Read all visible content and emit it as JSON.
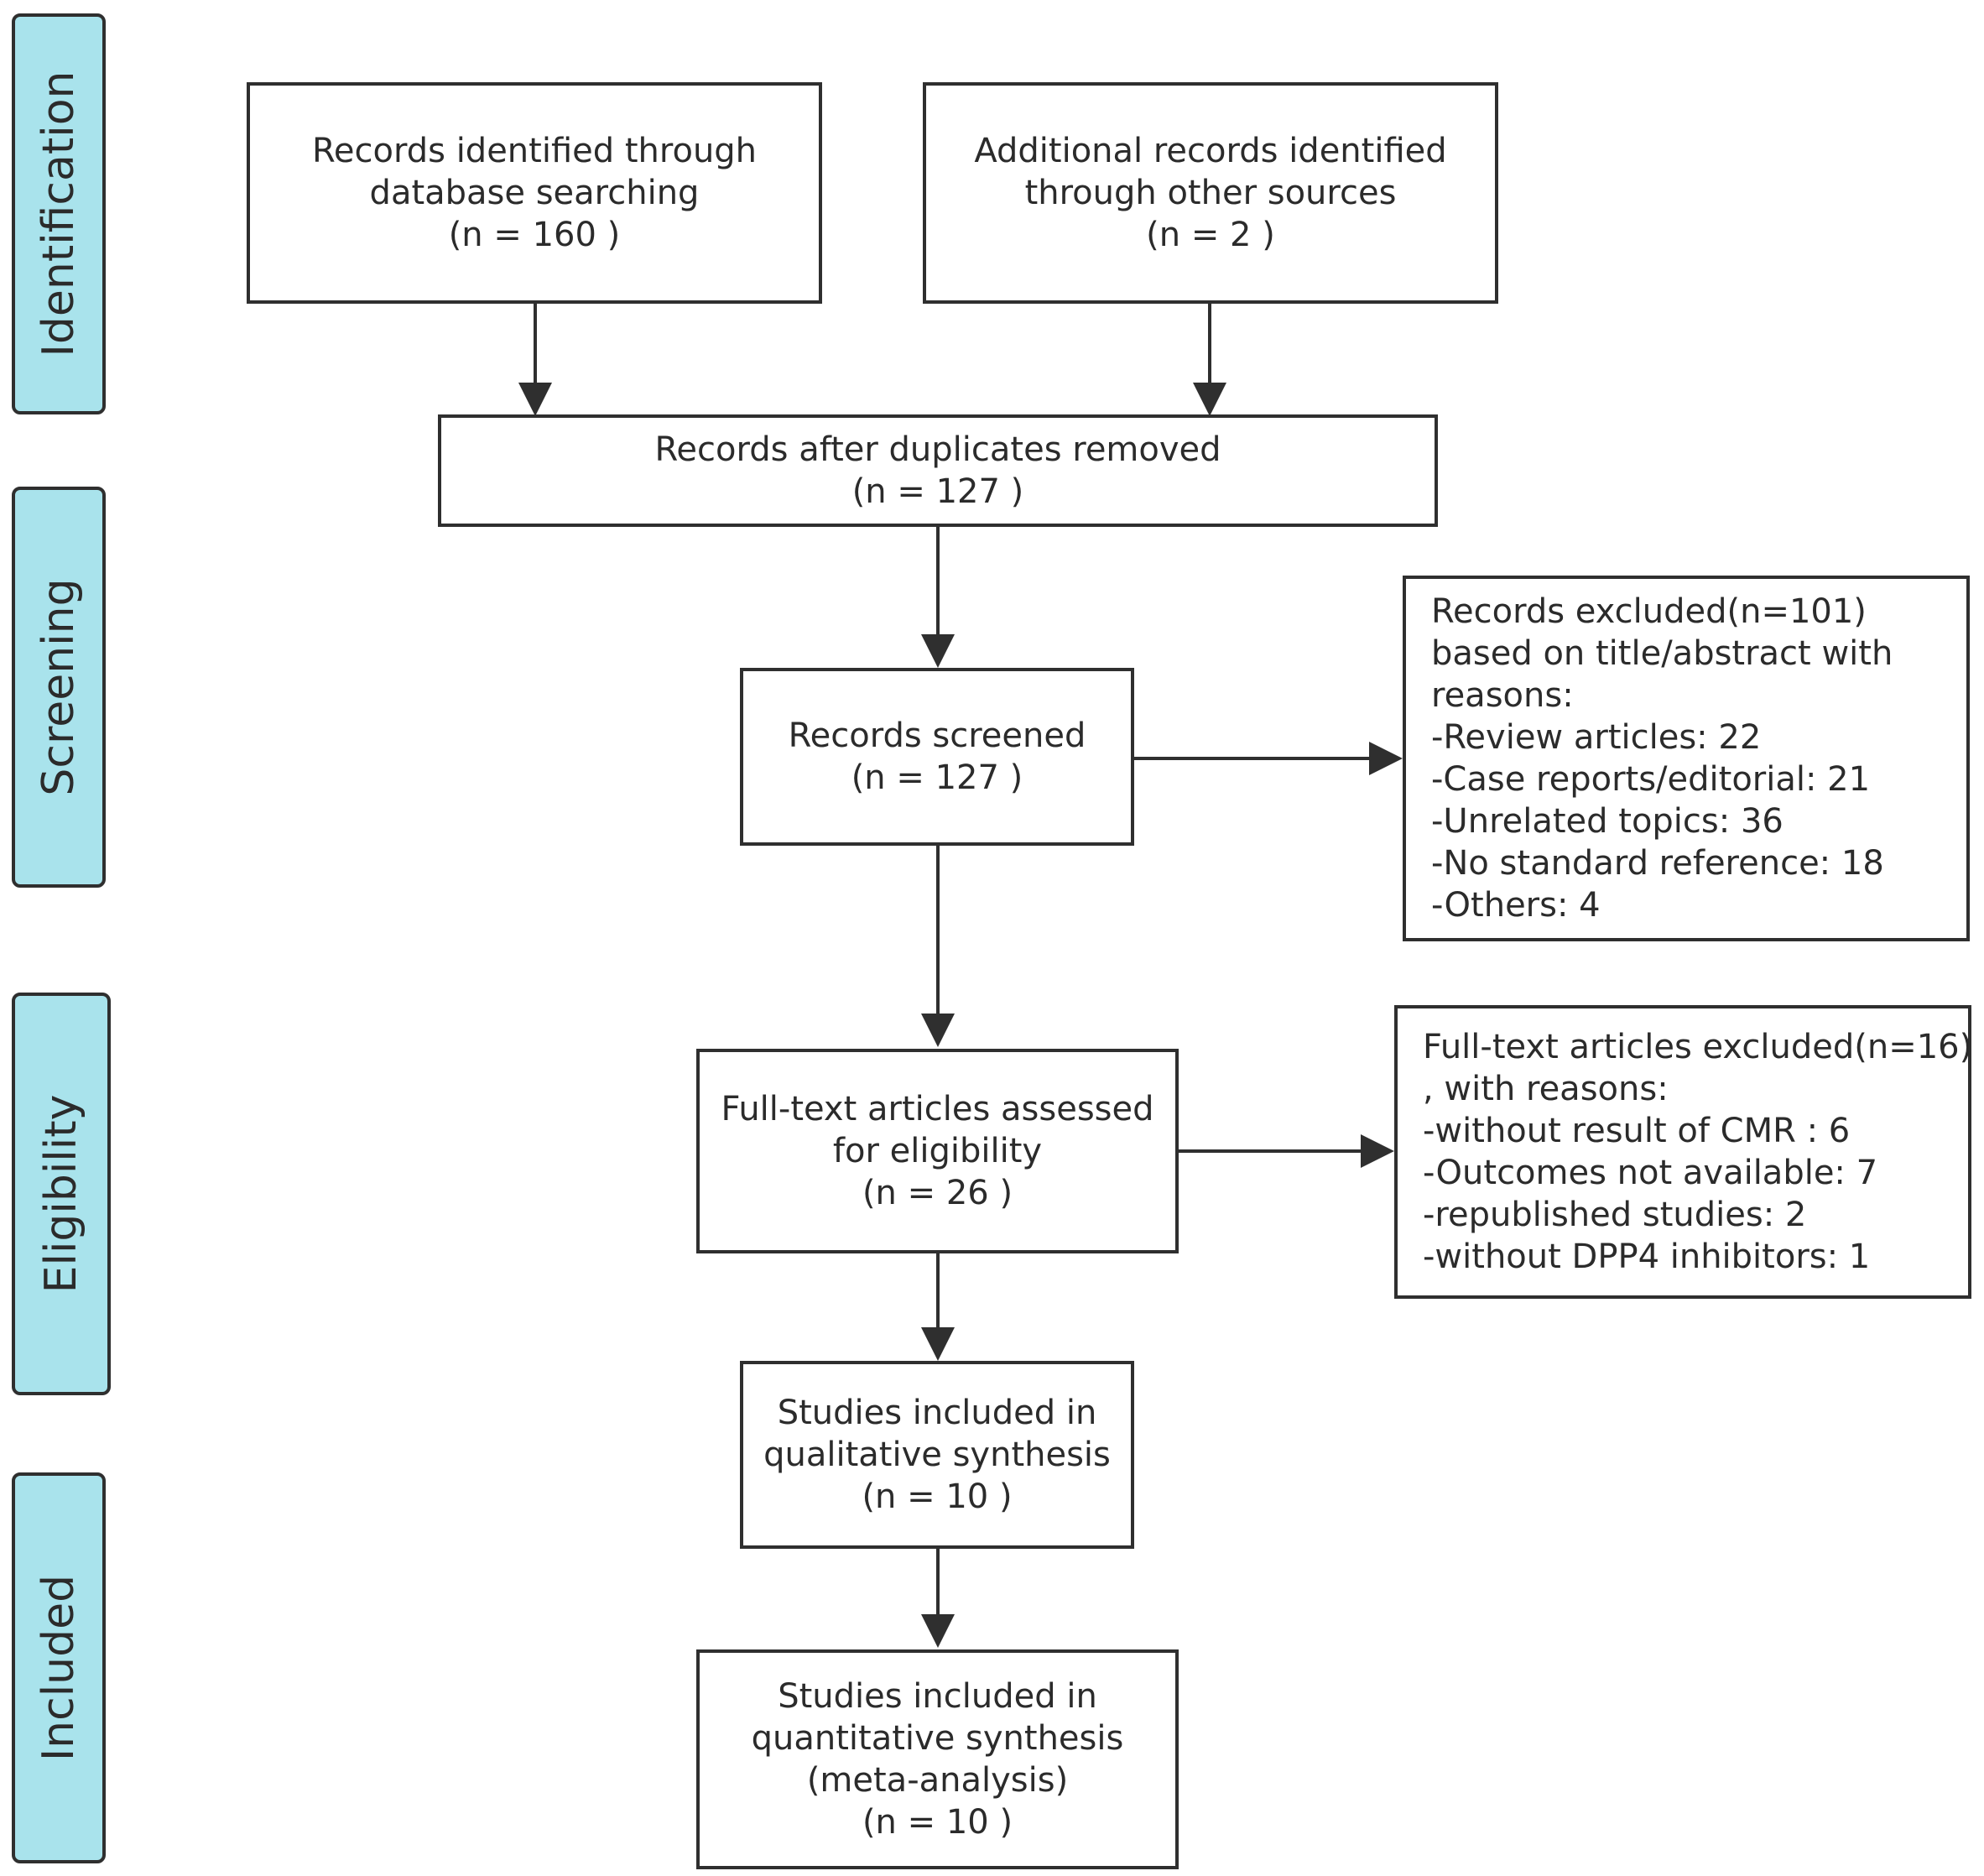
{
  "phases": {
    "identification": "Identification",
    "screening": "Screening",
    "eligibility": "Eligibility",
    "included": "Included"
  },
  "boxes": {
    "database_search": {
      "lines": [
        "Records identified through",
        "database searching",
        "(n = 160  )"
      ]
    },
    "other_sources": {
      "lines": [
        "Additional records identified",
        "through other sources",
        "(n = 2 )"
      ]
    },
    "duplicates_removed": {
      "lines": [
        "Records after duplicates removed",
        "(n =  127 )"
      ]
    },
    "screened": {
      "lines": [
        "Records screened",
        "(n =  127 )"
      ]
    },
    "records_excluded": {
      "lines": [
        "Records excluded(n=101)",
        "based on title/abstract with",
        "reasons:",
        "-Review articles: 22",
        "-Case reports/editorial: 21",
        "-Unrelated topics: 36",
        "-No standard reference: 18",
        "-Others: 4"
      ]
    },
    "full_text_assessed": {
      "lines": [
        "Full-text articles assessed",
        "for eligibility",
        "(n =  26 )"
      ]
    },
    "full_text_excluded": {
      "lines": [
        "Full-text articles excluded(n=16)",
        ", with reasons:",
        "-without result of CMR  : 6",
        "-Outcomes not available: 7",
        "-republished studies: 2",
        "-without DPP4 inhibitors: 1"
      ]
    },
    "qualitative": {
      "lines": [
        "Studies included in",
        "qualitative synthesis",
        "(n = 10 )"
      ]
    },
    "quantitative": {
      "lines": [
        "Studies included in",
        "quantitative synthesis",
        "(meta-analysis)",
        "(n = 10 )"
      ]
    }
  },
  "colors": {
    "phase_fill": "#a9e3ec",
    "line": "#2f2f2f"
  }
}
